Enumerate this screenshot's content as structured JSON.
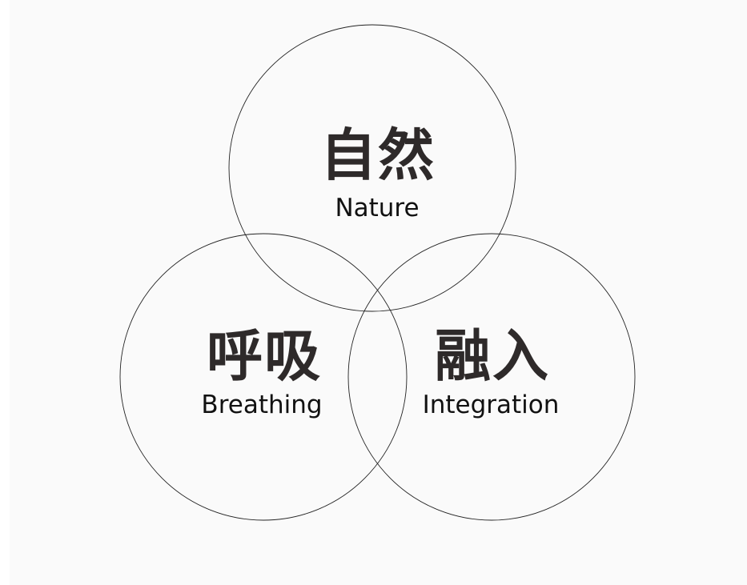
{
  "diagram": {
    "stroke_color": "#222222",
    "cjk_color": "#2e2a2a",
    "en_color": "#111111",
    "circles": [
      {
        "id": "nature",
        "cjk": "自然",
        "en": "Nature"
      },
      {
        "id": "breathing",
        "cjk": "呼吸",
        "en": "Breathing"
      },
      {
        "id": "integration",
        "cjk": "融入",
        "en": "Integration"
      }
    ]
  }
}
